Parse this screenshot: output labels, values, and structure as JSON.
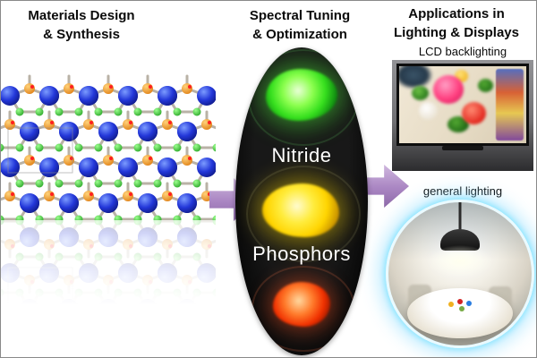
{
  "figure": {
    "left_panel": {
      "title_line1": "Materials Design",
      "title_line2": "& Synthesis"
    },
    "middle_panel": {
      "title_line1": "Spectral Tuning",
      "title_line2": "& Optimization",
      "capsule_word1": "Nitride",
      "capsule_word2": "Phosphors"
    },
    "right_panel": {
      "title_line1": "Applications in",
      "title_line2": "Lighting & Displays",
      "lcd_caption": "LCD backlighting",
      "lighting_caption": "general lighting"
    },
    "colors": {
      "arrow_purple": "#a985c2",
      "phosphor_green": "#36e01e",
      "phosphor_yellow": "#ffd400",
      "phosphor_red": "#f03000",
      "glow_cyan": "#7fe0ff",
      "capsule_black": "#000000"
    }
  }
}
